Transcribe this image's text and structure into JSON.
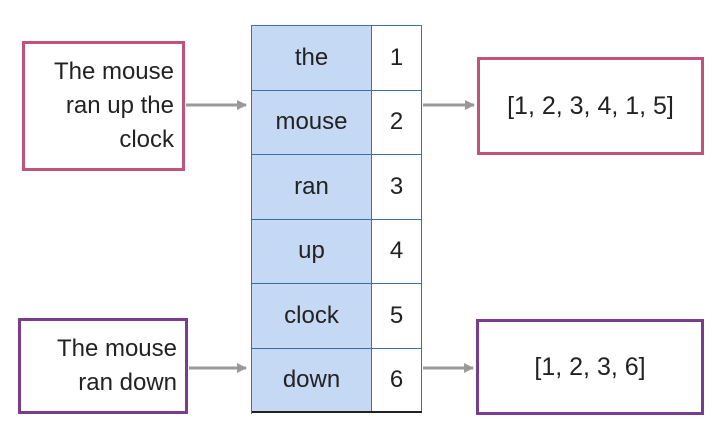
{
  "inputs": [
    {
      "lines": [
        "The mouse",
        "ran up the",
        "clock"
      ]
    },
    {
      "lines": [
        "The mouse",
        "ran down"
      ]
    }
  ],
  "vocabulary": [
    {
      "word": "the",
      "index": "1"
    },
    {
      "word": "mouse",
      "index": "2"
    },
    {
      "word": "ran",
      "index": "3"
    },
    {
      "word": "up",
      "index": "4"
    },
    {
      "word": "clock",
      "index": "5"
    },
    {
      "word": "down",
      "index": "6"
    }
  ],
  "outputs": [
    {
      "text": "[1, 2, 3, 4, 1, 5]"
    },
    {
      "text": "[1, 2, 3, 6]"
    }
  ],
  "colors": {
    "box_1_border": "#c2527a",
    "box_2_border": "#7a3c8c",
    "vocab_fill": "#c5d8f4",
    "table_border": "#3a6fb3",
    "arrow": "#999999"
  }
}
